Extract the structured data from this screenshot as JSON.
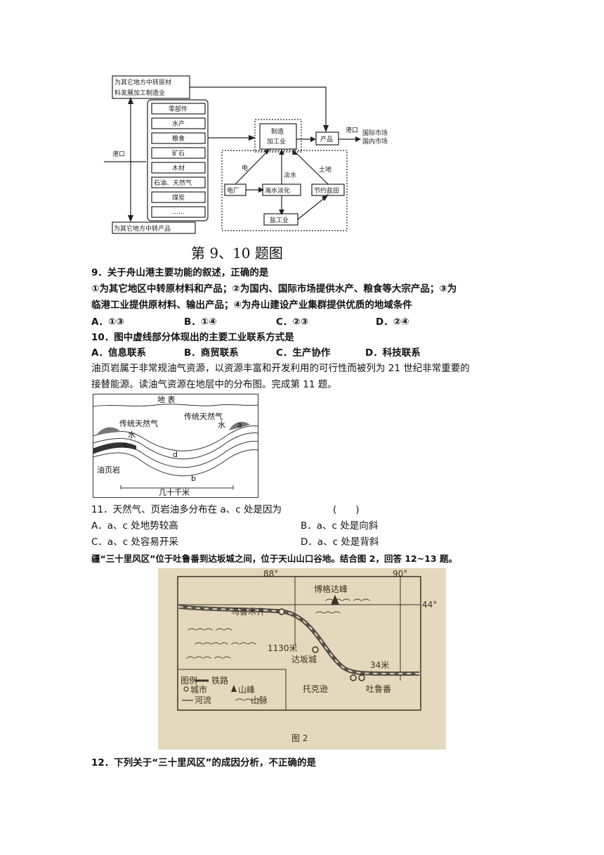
{
  "fig1": {
    "caption": "第 9、10 题图",
    "top_box": "为其它地方中转原材料发展加工制造业",
    "top_box_l1": "为其它地方中转原材",
    "top_box_l2": "料发展加工制造业",
    "port_left": "港口",
    "goods": [
      "零部件",
      "水产",
      "粮食",
      "矿石",
      "木材",
      "石油、天然气",
      "煤炭",
      "……"
    ],
    "bottom_box": "为其它地方中转产品",
    "manufacturing_l1": "制造",
    "manufacturing_l2": "加工业",
    "product": "产品",
    "port_right": "港口",
    "market_l1": "国际市场",
    "market_l2": "国内市场",
    "power_label": "电",
    "freshwater_label": "淡水",
    "land_label": "土地",
    "power_plant": "电厂",
    "desalination": "海水淡化",
    "saltfield": "节约盐田",
    "salt_industry": "盐工业"
  },
  "q9": {
    "stem": "9．关于舟山港主要功能的叙述，正确的是",
    "line2": "①为其它地区中转原材料和产品；②为国内、国际市场提供水产、粮食等大宗产品；③为",
    "line3": "临港工业提供原材料、输出产品；④为舟山建设产业集群提供优质的地域条件",
    "options": [
      "A．①③",
      "B．①④",
      "C．②③",
      "D．②④"
    ]
  },
  "q10": {
    "stem": "10．图中虚线部分体现出的主要工业联系方式是",
    "options": [
      "A．信息联系",
      "B．商贸联系",
      "C．生产协作",
      "D．科技联系"
    ]
  },
  "intro11": {
    "line1": "油页岩属于非常规油气资源，以资源丰富和开发利用的可行性而被列为 21 世纪非常重要的",
    "line2": "接替能源。读油气资源在地层中的分布图。完成第 11 题。"
  },
  "fig2": {
    "surface": "地 表",
    "gas_left": "传统天然气",
    "gas_right": "传统天然气",
    "water_left": "水",
    "water_right": "水",
    "a": "a",
    "c": "c",
    "d": "d",
    "b": "b",
    "shale": "油页岩",
    "scale": "几十千米"
  },
  "q11": {
    "stem": "11．天然气、页岩油多分布在 a、c 处是因为",
    "blank": "(　　)",
    "options": [
      "A．a、c 处地势较高",
      "B．a、c 处是向斜",
      "C．a、c 处容易开采",
      "D．a、c 处是背斜"
    ]
  },
  "intro12": "疆“三十里风区”位于吐鲁番到达坂城之间，位于天山山口谷地。结合图 2，回答 12~13 题。",
  "fig3": {
    "lon1": "88°",
    "lon2": "90°",
    "lat": "44°",
    "peak": "博格达峰",
    "city1": "乌鲁木齐",
    "elev1": "1130米",
    "city2": "达坂城",
    "elev2": "34米",
    "city3": "托克逊",
    "city4": "吐鲁番",
    "legend_title": "图例",
    "legend_rail": "铁路",
    "legend_city": "城市",
    "legend_peak": "山峰",
    "legend_river": "河流",
    "legend_mountain": "山脉",
    "caption": "图 2",
    "colors": {
      "paper": "#e6dcc0",
      "ink": "#3a3328",
      "rail": "#555049"
    }
  },
  "q12": {
    "stem": "12．下列关于“三十里风区”的成因分析，不正确的是"
  }
}
